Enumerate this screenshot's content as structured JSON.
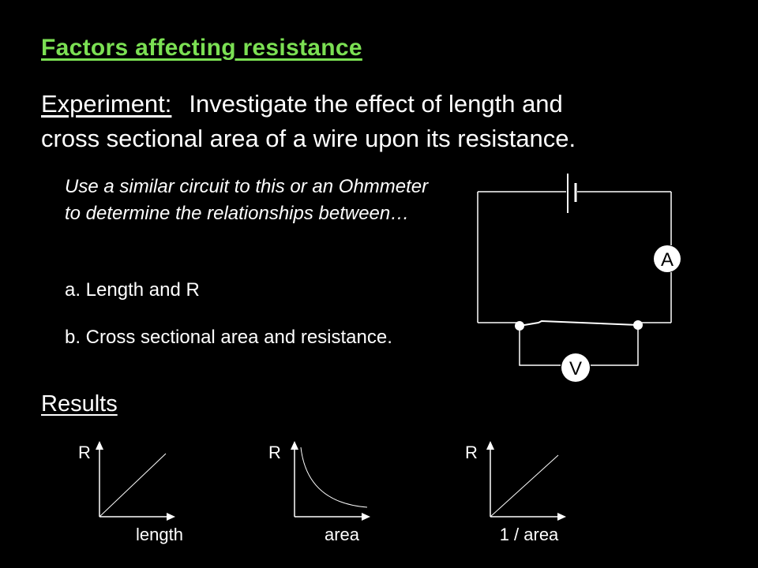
{
  "title": "Factors affecting resistance",
  "experiment": {
    "label": "Experiment:",
    "line1": "Investigate the effect of length and",
    "line2": "cross sectional area of a wire upon its resistance."
  },
  "instruction": "Use a similar circuit to this or an Ohmmeter to determine the relationships between…",
  "items": {
    "a": "a. Length and R",
    "b": "b. Cross sectional area and resistance."
  },
  "circuit": {
    "ammeter_label": "A",
    "voltmeter_label": "V"
  },
  "results": {
    "heading": "Results",
    "graphs": [
      {
        "y_label": "R",
        "x_label": "length",
        "relationship": "linear-increasing"
      },
      {
        "y_label": "R",
        "x_label": "area",
        "relationship": "inverse-decreasing"
      },
      {
        "y_label": "R",
        "x_label": "1 / area",
        "relationship": "linear-increasing"
      }
    ]
  },
  "colors": {
    "background": "#000000",
    "text": "#ffffff",
    "title": "#7be053"
  }
}
